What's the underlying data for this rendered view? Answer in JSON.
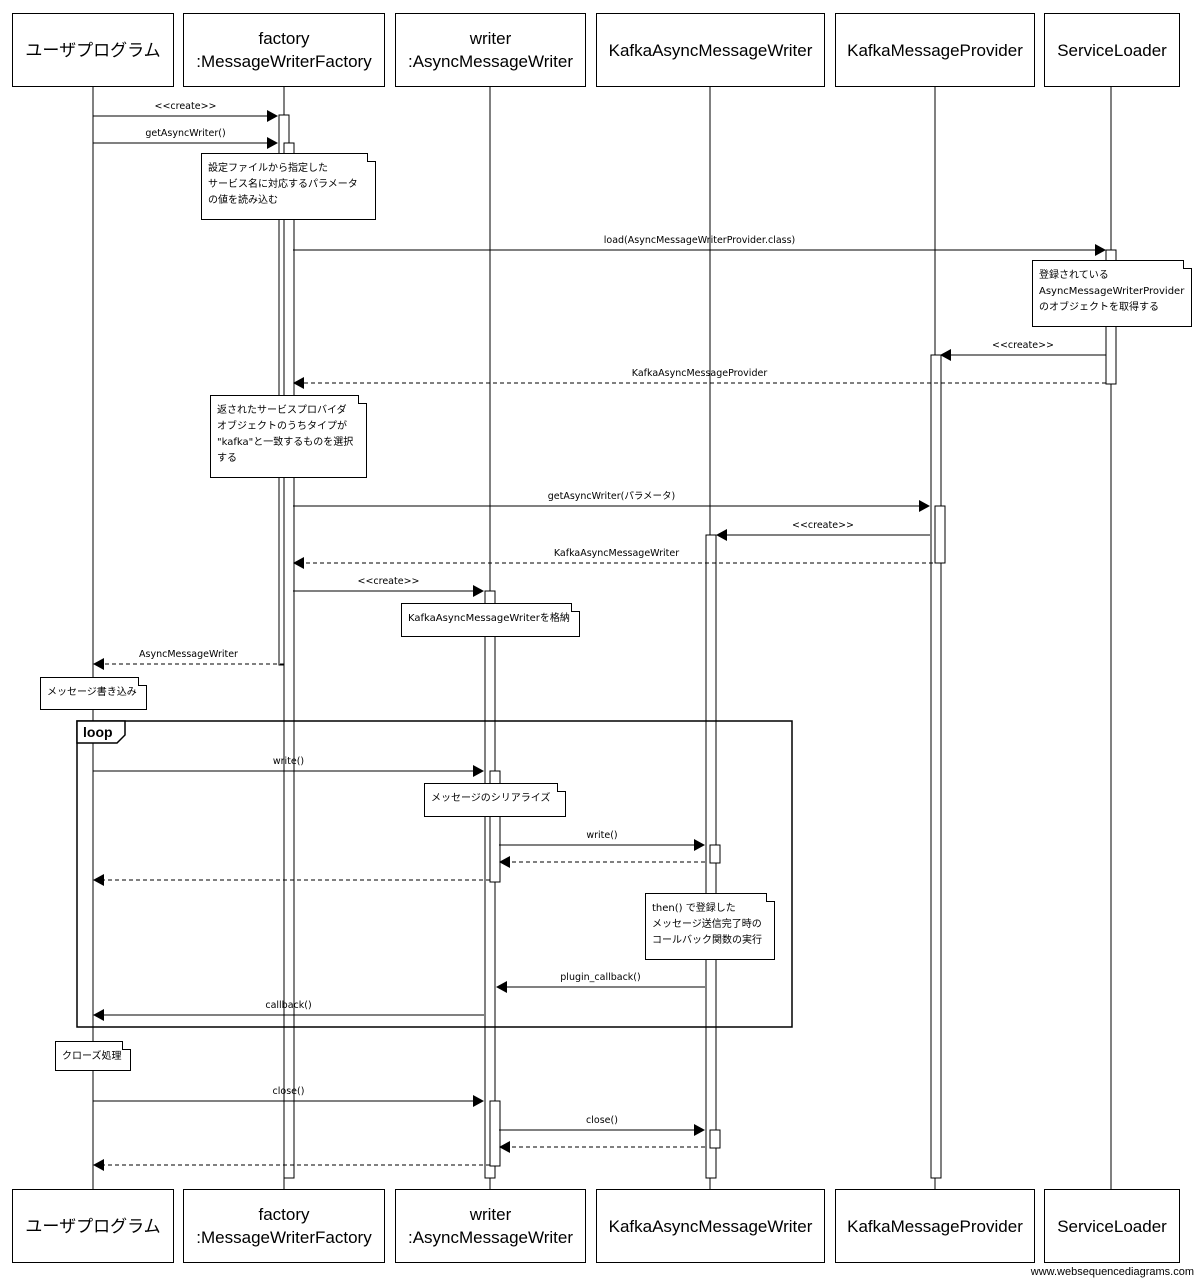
{
  "participants": [
    {
      "id": "user",
      "lines": [
        "ユーザプログラム"
      ]
    },
    {
      "id": "factory",
      "lines": [
        "factory",
        ":MessageWriterFactory"
      ]
    },
    {
      "id": "writer",
      "lines": [
        "writer",
        ":AsyncMessageWriter"
      ]
    },
    {
      "id": "kamw",
      "lines": [
        "KafkaAsyncMessageWriter"
      ]
    },
    {
      "id": "kmp",
      "lines": [
        "KafkaMessageProvider"
      ]
    },
    {
      "id": "sl",
      "lines": [
        "ServiceLoader"
      ]
    }
  ],
  "messages": [
    {
      "from": "user",
      "to": "factory",
      "label": "<<create>>",
      "dashed": false
    },
    {
      "from": "user",
      "to": "factory",
      "label": "getAsyncWriter()",
      "dashed": false
    },
    {
      "from": "factory",
      "to": "sl",
      "label": "load(AsyncMessageWriterProvider.class)",
      "dashed": false
    },
    {
      "from": "sl",
      "to": "kmp",
      "label": "<<create>>",
      "dashed": false
    },
    {
      "from": "sl",
      "to": "factory",
      "label": "KafkaAsyncMessageProvider",
      "dashed": true
    },
    {
      "from": "factory",
      "to": "kmp",
      "label": "getAsyncWriter(パラメータ)",
      "dashed": false
    },
    {
      "from": "kmp",
      "to": "kamw",
      "label": "<<create>>",
      "dashed": false
    },
    {
      "from": "kmp",
      "to": "factory",
      "label": "KafkaAsyncMessageWriter",
      "dashed": true
    },
    {
      "from": "factory",
      "to": "writer",
      "label": "<<create>>",
      "dashed": false
    },
    {
      "from": "factory",
      "to": "user",
      "label": "AsyncMessageWriter",
      "dashed": true
    },
    {
      "from": "user",
      "to": "writer",
      "label": "write()",
      "dashed": false
    },
    {
      "from": "writer",
      "to": "kamw",
      "label": "write()",
      "dashed": false
    },
    {
      "from": "kamw",
      "to": "writer",
      "label": "",
      "dashed": true
    },
    {
      "from": "writer",
      "to": "user",
      "label": "",
      "dashed": true
    },
    {
      "from": "kamw",
      "to": "writer",
      "label": "plugin_callback()",
      "dashed": false
    },
    {
      "from": "writer",
      "to": "user",
      "label": "callback()",
      "dashed": false
    },
    {
      "from": "user",
      "to": "writer",
      "label": "close()",
      "dashed": false
    },
    {
      "from": "writer",
      "to": "kamw",
      "label": "close()",
      "dashed": false
    },
    {
      "from": "kamw",
      "to": "writer",
      "label": "",
      "dashed": true
    },
    {
      "from": "writer",
      "to": "user",
      "label": "",
      "dashed": true
    }
  ],
  "notes": [
    {
      "lines": [
        "設定ファイルから指定した",
        "サービス名に対応するパラメータ",
        "の値を読み込む"
      ]
    },
    {
      "lines": [
        "登録されている",
        "AsyncMessageWriterProvider",
        "のオブジェクトを取得する"
      ]
    },
    {
      "lines": [
        "返されたサービスプロバイダ",
        "オブジェクトのうちタイプが",
        "\"kafka\"と一致するものを選択",
        "する"
      ]
    },
    {
      "lines": [
        "KafkaAsyncMessageWriterを格納"
      ]
    },
    {
      "lines": [
        "メッセージ書き込み"
      ]
    },
    {
      "lines": [
        "メッセージのシリアライズ"
      ]
    },
    {
      "lines": [
        "then() で登録した",
        "メッセージ送信完了時の",
        "コールバック関数の実行"
      ]
    },
    {
      "lines": [
        "クローズ処理"
      ]
    }
  ],
  "fragment": {
    "label": "loop"
  },
  "footer": "www.websequencediagrams.com"
}
